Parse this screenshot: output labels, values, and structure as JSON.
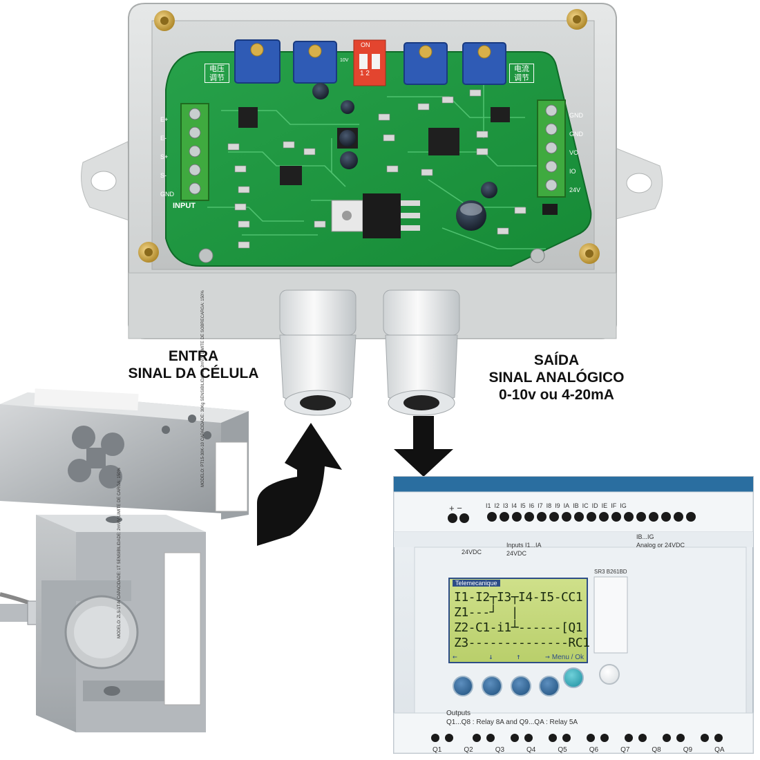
{
  "captions": {
    "input": {
      "line1": "ENTRA",
      "line2": "SINAL DA CÉLULA"
    },
    "output": {
      "line1": "SAÍDA",
      "line2": "SINAL ANALÓGICO",
      "line3": "0-10v ou 4-20mA"
    }
  },
  "board": {
    "label_input": "INPUT",
    "label_voltage": "电压\n调节",
    "label_current": "电流\n调节",
    "dip_on": "ON",
    "dip_numbers": "1 2",
    "dip_10v": "10V",
    "left_terminals": [
      "E+",
      "E-",
      "S+",
      "S-",
      "GND"
    ],
    "right_terminals": [
      "GND",
      "GND",
      "VO",
      "IO",
      "24V"
    ]
  },
  "plc": {
    "plus_minus": "+  −",
    "inputs_top": [
      "I1",
      "I2",
      "I3",
      "I4",
      "I5",
      "I6",
      "I7",
      "I8",
      "I9",
      "IA",
      "IB",
      "IC",
      "ID",
      "IE",
      "IF",
      "IG"
    ],
    "power_label": "24VDC",
    "inputs_label": "Inputs I1...IA",
    "inputs_voltage": "24VDC",
    "analog_label": "IB...IG",
    "analog_desc": "Analog or 24VDC",
    "model": "SR3 B261BD",
    "brand": "Telemecanique",
    "lcd_lines": [
      "I1-I2┬I3┬I4-I5-CC1",
      "Z1---┘  |",
      "Z2-C1-i1┴------[Q1",
      "Z3--------------RC1"
    ],
    "lcd_menu": "Menu / Ok",
    "outputs_label": "Outputs",
    "outputs_desc": "Q1...Q8 : Relay 8A and Q9...QA : Relay 5A",
    "outputs_bottom": [
      "Q1",
      "Q2",
      "Q3",
      "Q4",
      "Q5",
      "Q6",
      "Q7",
      "Q8",
      "Q9",
      "QA"
    ]
  },
  "load_cells": {
    "sticker1": "MODELO: PT15-30K-10\nCAPACIDADE: 30Kg\nSENSIBILIDADE: 2mV/V\nLIMITE DE SOBRECARGA: 150%",
    "sticker2": "MODELO: ZLS-1T-N\nCAPACIDADE: 1T\nSENSIBILIDADE: 2mV/V\nLIMITE DE CARGA: 150%"
  }
}
